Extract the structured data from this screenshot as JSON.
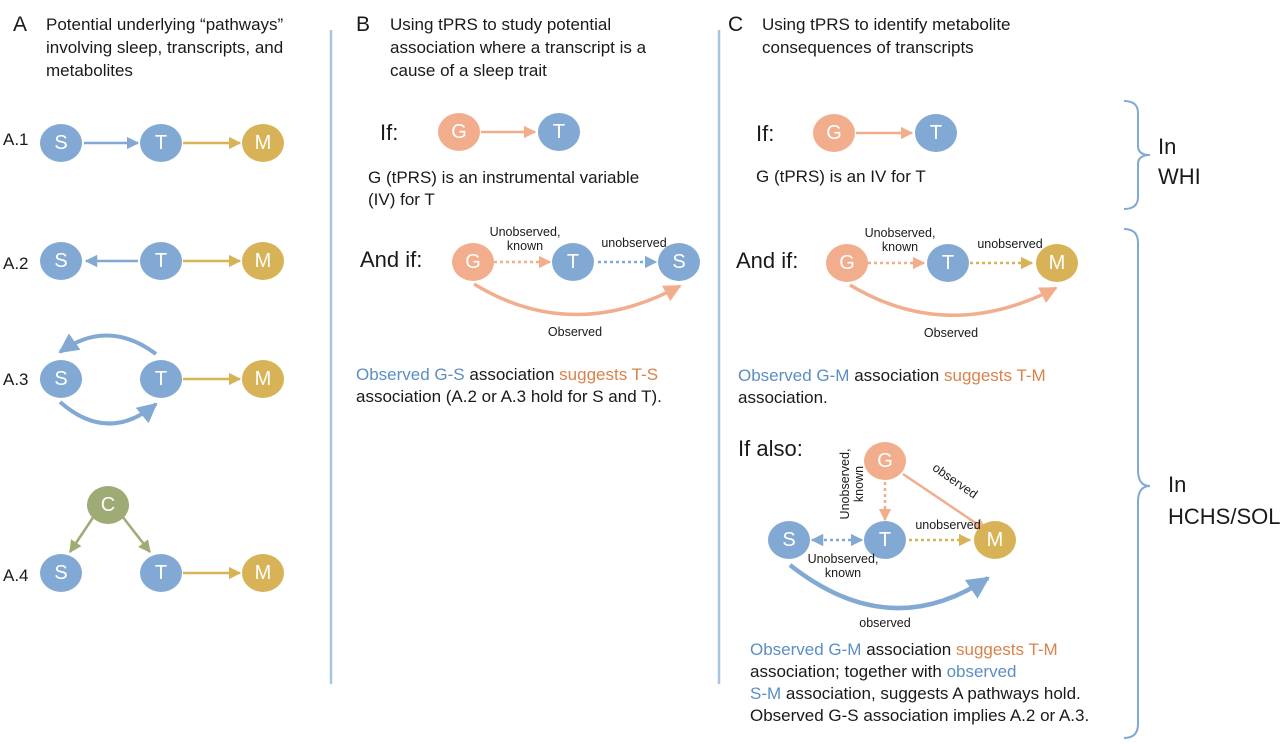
{
  "colors": {
    "blue": "#82a9d3",
    "orange": "#f2ad8c",
    "gold": "#d8b256",
    "green": "#9eab75",
    "blue_text": "#5b8ec4",
    "orange_text": "#d9824a",
    "divider": "#a9c4df"
  },
  "panel_a": {
    "letter": "A",
    "title_lines": [
      "Potential underlying “pathways”",
      "involving sleep, transcripts, and",
      "metabolites"
    ],
    "row_labels": [
      "A.1",
      "A.2",
      "A.3",
      "A.4"
    ]
  },
  "panel_b": {
    "letter": "B",
    "title_lines": [
      "Using tPRS to study potential",
      "association where a transcript is a",
      "cause of a sleep trait"
    ],
    "if_label": "If:",
    "iv_lines": [
      "G (tPRS) is an instrumental variable",
      "(IV) for T"
    ],
    "andif_label": "And if:",
    "edge_labels": {
      "gt_line1": "Unobserved,",
      "gt_line2": "known",
      "ts": "unobserved",
      "gs": "Observed"
    },
    "conclusion": {
      "part1": "Observed G-S",
      "part2": " association ",
      "part3": "suggests T-S",
      "line2": "association (A.2 or A.3 hold for S and T)."
    }
  },
  "panel_c": {
    "letter": "C",
    "title_lines": [
      "Using tPRS to identify metabolite",
      "consequences of transcripts"
    ],
    "if_label": "If:",
    "iv_line": "G (tPRS) is an IV for T",
    "andif_label": "And if:",
    "edge_labels": {
      "gt_line1": "Unobserved,",
      "gt_line2": "known",
      "tm": "unobserved",
      "gm": "Observed"
    },
    "conclusion": {
      "part1": "Observed G-M",
      "part2": " association ",
      "part3": "suggests T-M",
      "line2": "association."
    },
    "ifalso_label": "If also:",
    "ifalso_edge_labels": {
      "gt_vertical1": "Unobserved,",
      "gt_vertical2": "known",
      "gm": "observed",
      "tm": "unobserved",
      "st_line1": "Unobserved,",
      "st_line2": "known",
      "sm": "observed"
    },
    "final": {
      "l1_a": "Observed G-M",
      "l1_b": " association ",
      "l1_c": "suggests T-M",
      "l2_a": "association; together with ",
      "l2_b": "observed",
      "l3_a": "S-M",
      "l3_b": " association, suggests A pathways hold.",
      "l4": "Observed G-S association implies A.2 or A.3."
    }
  },
  "brackets": {
    "whi_line1": "In",
    "whi_line2": "WHI",
    "hchs_line1": "In",
    "hchs_line2": "HCHS/SOL"
  },
  "nodes": {
    "S": "S",
    "T": "T",
    "M": "M",
    "G": "G",
    "C": "C"
  }
}
